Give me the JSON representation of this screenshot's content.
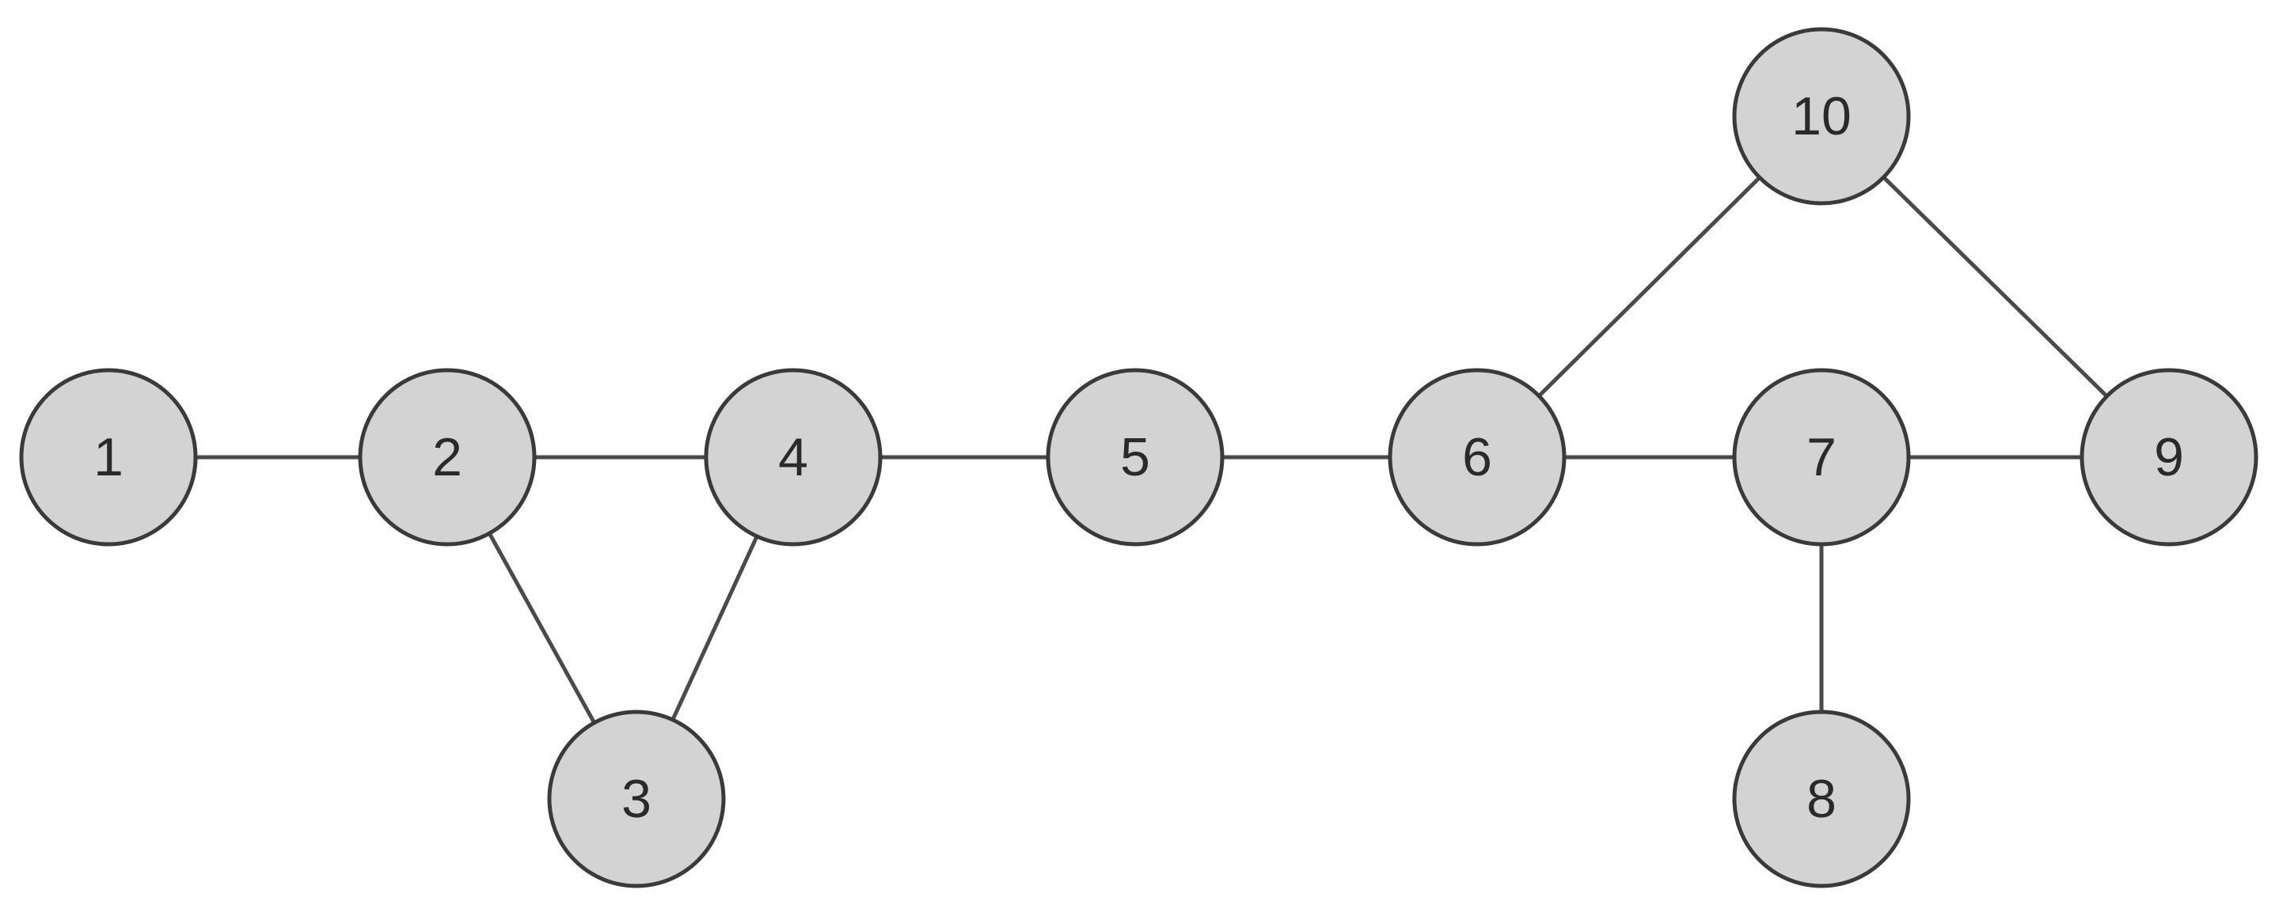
{
  "diagram": {
    "type": "undirected-graph",
    "colors": {
      "node_fill": "#d3d3d3",
      "node_stroke": "#3a3a3a",
      "edge": "#4a4a4a",
      "label": "#2a2a2a"
    },
    "nodes": [
      {
        "id": "1",
        "label": "1"
      },
      {
        "id": "2",
        "label": "2"
      },
      {
        "id": "3",
        "label": "3"
      },
      {
        "id": "4",
        "label": "4"
      },
      {
        "id": "5",
        "label": "5"
      },
      {
        "id": "6",
        "label": "6"
      },
      {
        "id": "7",
        "label": "7"
      },
      {
        "id": "8",
        "label": "8"
      },
      {
        "id": "9",
        "label": "9"
      },
      {
        "id": "10",
        "label": "10"
      }
    ],
    "edges": [
      [
        "1",
        "2"
      ],
      [
        "2",
        "4"
      ],
      [
        "2",
        "3"
      ],
      [
        "4",
        "3"
      ],
      [
        "4",
        "5"
      ],
      [
        "5",
        "6"
      ],
      [
        "6",
        "7"
      ],
      [
        "6",
        "10"
      ],
      [
        "10",
        "9"
      ],
      [
        "7",
        "9"
      ],
      [
        "7",
        "8"
      ]
    ]
  }
}
